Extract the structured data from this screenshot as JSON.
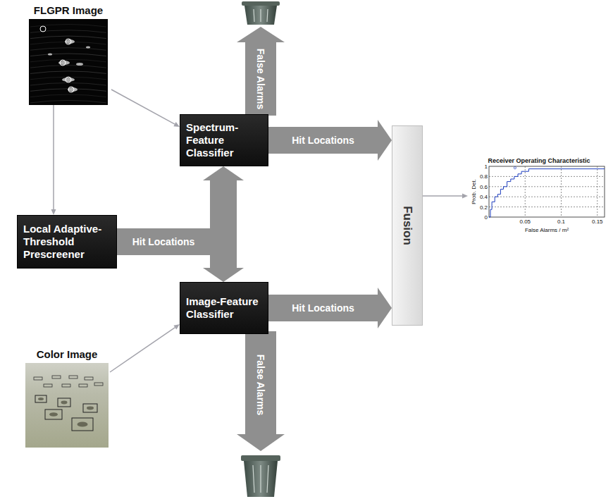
{
  "diagram": {
    "nodes": [
      {
        "text": [
          "FLGPR Image"
        ]
      },
      {
        "text": [
          "Spectrum-Feature Classifier"
        ]
      },
      {
        "text": [
          "Local Adaptive-Threshold Prescreener"
        ]
      },
      {
        "text": [
          "Fusion"
        ]
      },
      {
        "text": [
          "Receiver Operating Characteristic"
        ]
      },
      {
        "text": [
          "Image-Feature Classifier"
        ]
      },
      {
        "text": [
          "Color Image"
        ]
      }
    ],
    "edges": [
      {
        "from": 0,
        "to": 1,
        "arrow": "to"
      },
      {
        "from": 0,
        "to": 2,
        "arrow": "to"
      },
      {
        "from": 2,
        "to": 1,
        "label": "Hit Locations",
        "arrow": "to"
      },
      {
        "from": 2,
        "to": 5,
        "arrow": "to"
      },
      {
        "from": 1,
        "to": 3,
        "label": "Hit Locations",
        "arrow": "to"
      },
      {
        "from": 5,
        "to": 3,
        "label": "Hit Locations",
        "arrow": "to"
      },
      {
        "from": 6,
        "to": 5,
        "arrow": "to"
      },
      {
        "from": 3,
        "to": 4,
        "arrow": "to"
      }
    ],
    "labels": [
      "False Alarms",
      "False Alarms",
      "1",
      "0.8",
      "0.6",
      "0.4",
      "0.2",
      "0",
      "0.05",
      "0.1",
      "0.15",
      "Prob. Det.",
      "False Alarms / m²"
    ]
  }
}
